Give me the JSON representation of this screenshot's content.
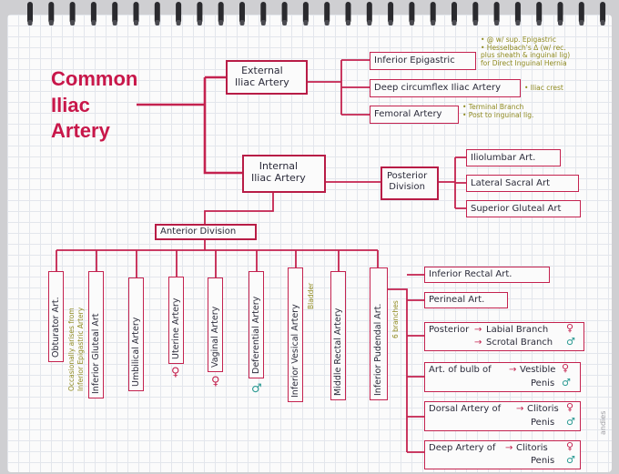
{
  "title": {
    "line1": "Common",
    "line2": "Iliac",
    "line3": "Artery"
  },
  "external": {
    "label1": "External",
    "label2": "Iliac Artery"
  },
  "internal": {
    "label1": "Internal",
    "label2": "Iliac Artery"
  },
  "external_branches": [
    {
      "label": "Inferior Epigastric",
      "note1": "• @ w/ sup. Epigastric",
      "note2": "• Hesselbach's Δ (w/ rec.",
      "note3": "plus sheath & inguinal lig)",
      "note4": "for Direct Inguinal Hernia"
    },
    {
      "label": "Deep circumflex Iliac Artery",
      "note1": "• Iliac crest"
    },
    {
      "label": "Femoral Artery",
      "note1": "• Terminal Branch",
      "note2": "• Post to inguinal lig."
    }
  ],
  "posterior": {
    "label1": "Posterior",
    "label2": "Division",
    "branches": [
      "Iliolumbar Art.",
      "Lateral Sacral Art",
      "Superior Gluteal Art"
    ]
  },
  "anterior": {
    "label": "Anterior Division",
    "branches": [
      "Obturator Art.",
      "Inferior Gluteal Art",
      "Umbilical Artery",
      "Uterine Artery",
      "Vaginal Artery",
      "Deferential Artery",
      "Inferior Vesical Artery",
      "Middle Rectal Artery",
      "Inferior Pudendal Art."
    ],
    "obturator_note1": "Occasionally arises from",
    "obturator_note2": "Inferior Epigastric Artery",
    "vesical_note": "Bladder",
    "pudendal_note": "6 branches"
  },
  "pudendal_branches": [
    {
      "label": "Inferior Rectal Art."
    },
    {
      "label": "Perineal Art."
    },
    {
      "a": "Posterior",
      "b": "Labial Branch",
      "c": "Scrotal Branch"
    },
    {
      "a": "Art. of bulb of",
      "b": "Vestible",
      "c": "Penis"
    },
    {
      "a": "Dorsal Artery of",
      "b": "Clitoris",
      "c": "Penis"
    },
    {
      "a": "Deep Artery of",
      "b": "Clitoris",
      "c": "Penis"
    }
  ],
  "arrow": "→",
  "symbols": {
    "female": "♀",
    "male": "♂"
  },
  "watermark": "andies",
  "colors": {
    "line": "#c4224f",
    "title": "#c8174a",
    "note": "#8f8a20",
    "female": "#c4224f",
    "male": "#2a9a93"
  }
}
